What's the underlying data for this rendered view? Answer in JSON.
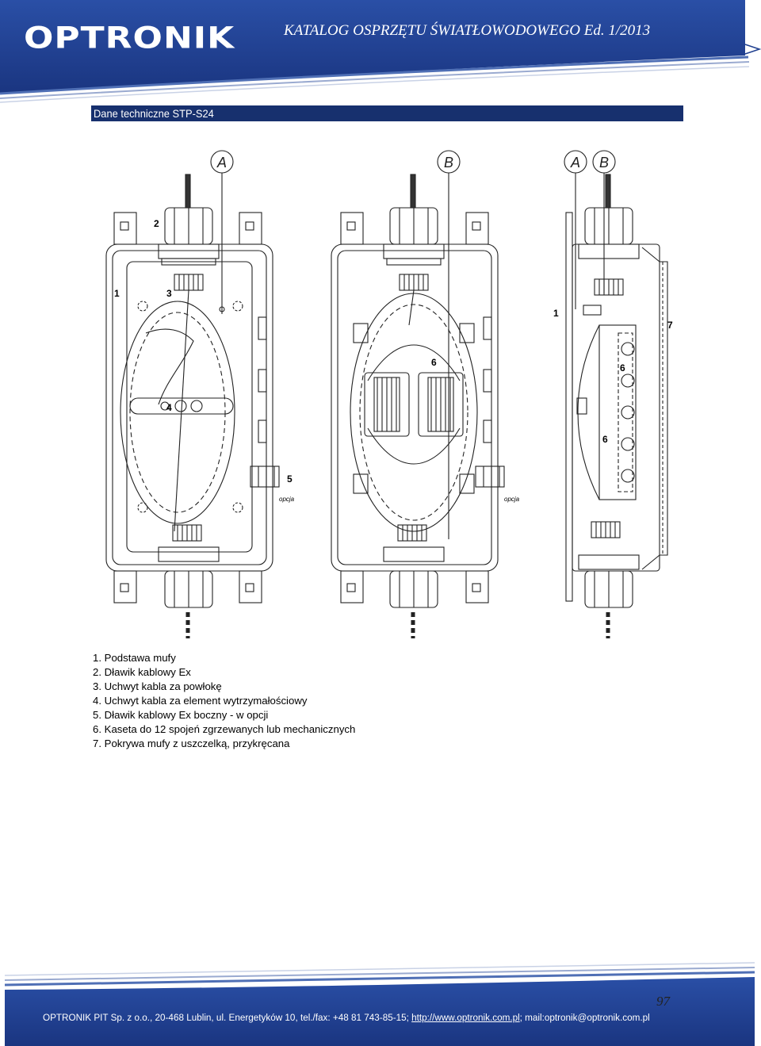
{
  "header": {
    "logo_text": "OPTRONIK",
    "catalog_title": "KATALOG OSPRZĘTU ŚWIATŁOWODOWEGO Ed. 1/2013"
  },
  "section": {
    "title": "Dane techniczne STP-S24"
  },
  "drawing": {
    "detail_markers": [
      "A",
      "B",
      "A",
      "B"
    ],
    "callouts": [
      "1",
      "2",
      "3",
      "4",
      "5",
      "6",
      "7"
    ],
    "option_label": "opcja"
  },
  "legend": {
    "items": [
      "1. Podstawa mufy",
      "2. Dławik kablowy Ex",
      "3. Uchwyt kabla za powłokę",
      "4. Uchwyt kabla za element wytrzymałościowy",
      "5. Dławik kablowy Ex boczny - w opcji",
      "6. Kaseta do 12 spojeń zgrzewanych lub mechanicznych",
      "7. Pokrywa mufy z uszczelką, przykręcana"
    ]
  },
  "footer": {
    "page_number": "97",
    "company": "OPTRONIK PIT Sp. z o.o., 20-468 Lublin, ul. Energetyków 10, tel./fax: +48 81 743-85-15;",
    "website": "http://www.optronik.com.pl",
    "mail": "; mail:optronik@optronik.com.pl"
  },
  "colors": {
    "header_blue": "#1f3f8f",
    "section_bar": "#17306e"
  }
}
